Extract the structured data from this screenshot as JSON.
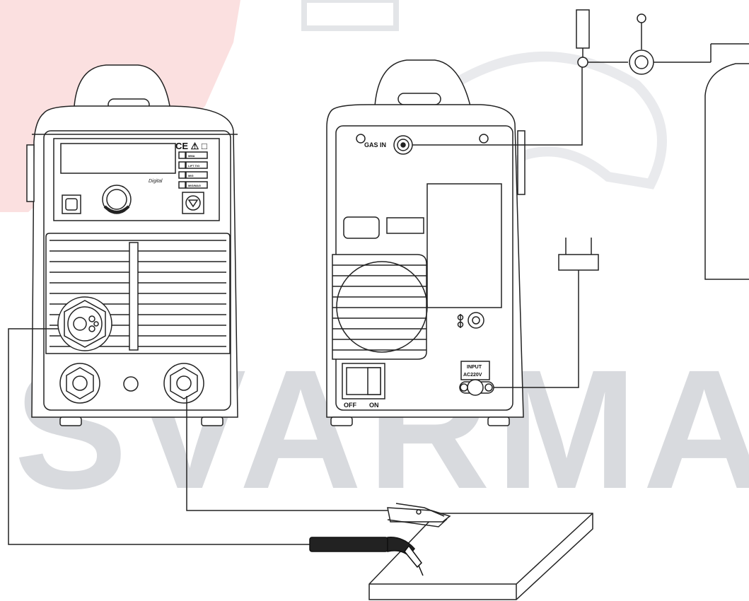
{
  "watermark": {
    "text": "SVARMA",
    "brand_color": "#e8262d"
  },
  "rear_panel": {
    "gas_in_label": "GAS IN",
    "input_label_line1": "INPUT",
    "input_label_line2": "AC220V",
    "off_label": "OFF",
    "on_label": "ON"
  },
  "front_panel": {
    "marks": "CE ⚠ □",
    "mode_labels": [
      "MMA",
      "LIFT TIG",
      "MIG",
      "MIG/MAG"
    ],
    "brand_badge": "Digital"
  },
  "icons": {
    "ground": "ground-icon",
    "gas_connector": "gas-connector-icon",
    "torch": "mig-torch-icon",
    "clamp": "earth-clamp-icon",
    "cylinder": "gas-cylinder-icon",
    "plug": "power-plug-icon"
  }
}
